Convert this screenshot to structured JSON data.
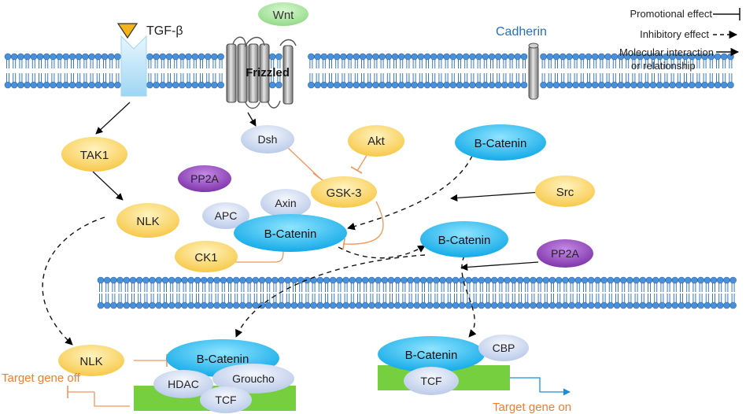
{
  "membrane_labels": {
    "tgf": "TGF-β",
    "wnt": "Wnt",
    "frizzled": "Frizzled",
    "cadherin": "Cadherin"
  },
  "legend": {
    "promotional": "Promotional effect",
    "inhibitory": "Inhibitory effect",
    "molecular_line1": "Molecular interaction",
    "molecular_line2": "or relationship"
  },
  "molecules": {
    "tak1": "TAK1",
    "nlk_top": "NLK",
    "nlk_bottom": "NLK",
    "dsh": "Dsh",
    "akt": "Akt",
    "pp2a_left": "PP2A",
    "gsk3": "GSK-3",
    "axin": "Axin",
    "apc": "APC",
    "bcatenin_complex": "B-Catenin",
    "ck1": "CK1",
    "bcatenin_top_right": "B-Catenin",
    "src": "Src",
    "bcatenin_mid": "B-Catenin",
    "pp2a_right": "PP2A",
    "bcatenin_nuc_left": "B-Catenin",
    "hdac": "HDAC",
    "groucho": "Groucho",
    "tcf_left": "TCF",
    "bcatenin_nuc_right": "B-Catenin",
    "cbp": "CBP",
    "tcf_right": "TCF"
  },
  "outputs": {
    "gene_off": "Target gene off",
    "gene_on": "Target gene on"
  },
  "colors": {
    "membrane_head": "#4a90d9",
    "yellow": "#f9d35a",
    "cyan": "#13b5ea",
    "lavender": "#c6d4ee",
    "purple": "#8b3fb4",
    "green_wnt": "#9be08f",
    "dna_green": "#76cf3f",
    "orange": "#f0965a",
    "blue_arrow": "#1a8fd6"
  }
}
